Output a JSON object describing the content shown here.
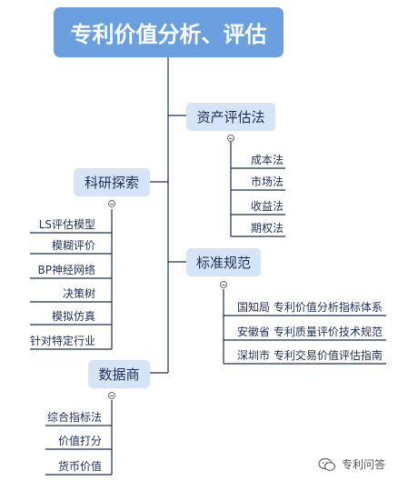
{
  "root": {
    "title": "专利价值分析、评估"
  },
  "branches": {
    "asset": {
      "label": "资产评估法",
      "items": [
        "成本法",
        "市场法",
        "收益法",
        "期权法"
      ]
    },
    "research": {
      "label": "科研探索",
      "items": [
        "LS评估模型",
        "模糊评价",
        "BP神经网络",
        "决策树",
        "模拟仿真",
        "针对特定行业"
      ]
    },
    "standard": {
      "label": "标准规范",
      "items": [
        "国知局 专利价值分析指标体系",
        "安徽省 专利质量评价技术规范",
        "深圳市 专利交易价值评估指南"
      ]
    },
    "data": {
      "label": "数据商",
      "items": [
        "综合指标法",
        "价值打分",
        "货币价值"
      ]
    }
  },
  "watermark": {
    "text": "专利问答",
    "icon": "wechat-icon"
  },
  "colors": {
    "root_bg": "#6a9fe0",
    "branch_bg": "#d6e4f7",
    "line": "#1f2e55"
  }
}
